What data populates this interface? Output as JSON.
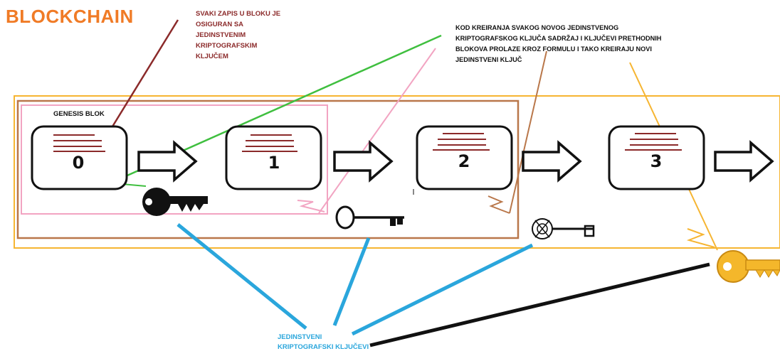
{
  "title": "BLOCKCHAIN",
  "note_left": "SVAKI ZAPIS U BLOKU JE\nOSIGURAN SA\nJEDINSTVENIM\nKRIPTOGRAFSKIM\nKLJUČEM",
  "note_right": "KOD KREIRANJA SVAKOG NOVOG JEDINSTVENOG\nKRIPTOGRAFSKOG KLJUČA SADRŽAJ I KLJUČEVI PRETHODNIH\nBLOKOVA PROLAZE KROZ FORMULU I TAKO KREIRAJU NOVI\nJEDINSTVENI KLJUČ",
  "genesis_label": "GENESIS BLOK",
  "keys_label": "JEDINSTVENI\nKRIPTOGRAFSKI KLJUČEVI",
  "blocks": [
    {
      "number": "0"
    },
    {
      "number": "1"
    },
    {
      "number": "2"
    },
    {
      "number": "3"
    }
  ],
  "colors": {
    "title": "#f07b26",
    "note_left": "#8b2a2a",
    "outer_frame": "#f6b532",
    "brown_frame": "#b9774a",
    "pink_frame": "#f2a4c2",
    "green_line": "#3fbf3f",
    "key_links": "#2aa6dc",
    "gold_key": "#f4b72b"
  },
  "icons": [
    "black-key-icon",
    "skeleton-key-icon",
    "ornate-key-icon",
    "gold-key-icon",
    "arrow-right-icon",
    "lightning-bolt-icon"
  ]
}
